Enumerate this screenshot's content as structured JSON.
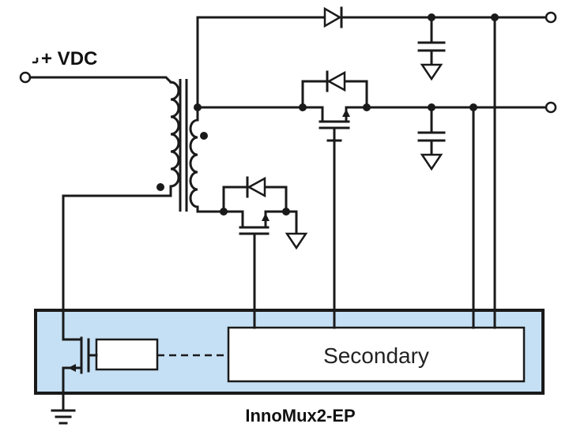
{
  "labels": {
    "input": "+ VDC",
    "secondary": "Secondary",
    "ic_name": "InnoMux2-EP"
  },
  "colors": {
    "wire": "#1a1a1a",
    "ic_fill": "#c5e0f4",
    "ic_border": "#1a1a1a",
    "block_fill": "#ffffff"
  },
  "components": {
    "input_terminal": "input-terminal-icon",
    "transformer": "transformer-icon",
    "output_diode": "diode-icon",
    "sr_fets": "mosfet-icon",
    "capacitors": "capacitor-icon",
    "grounds": "ground-icon",
    "output_terminals": "output-terminal-icon"
  }
}
